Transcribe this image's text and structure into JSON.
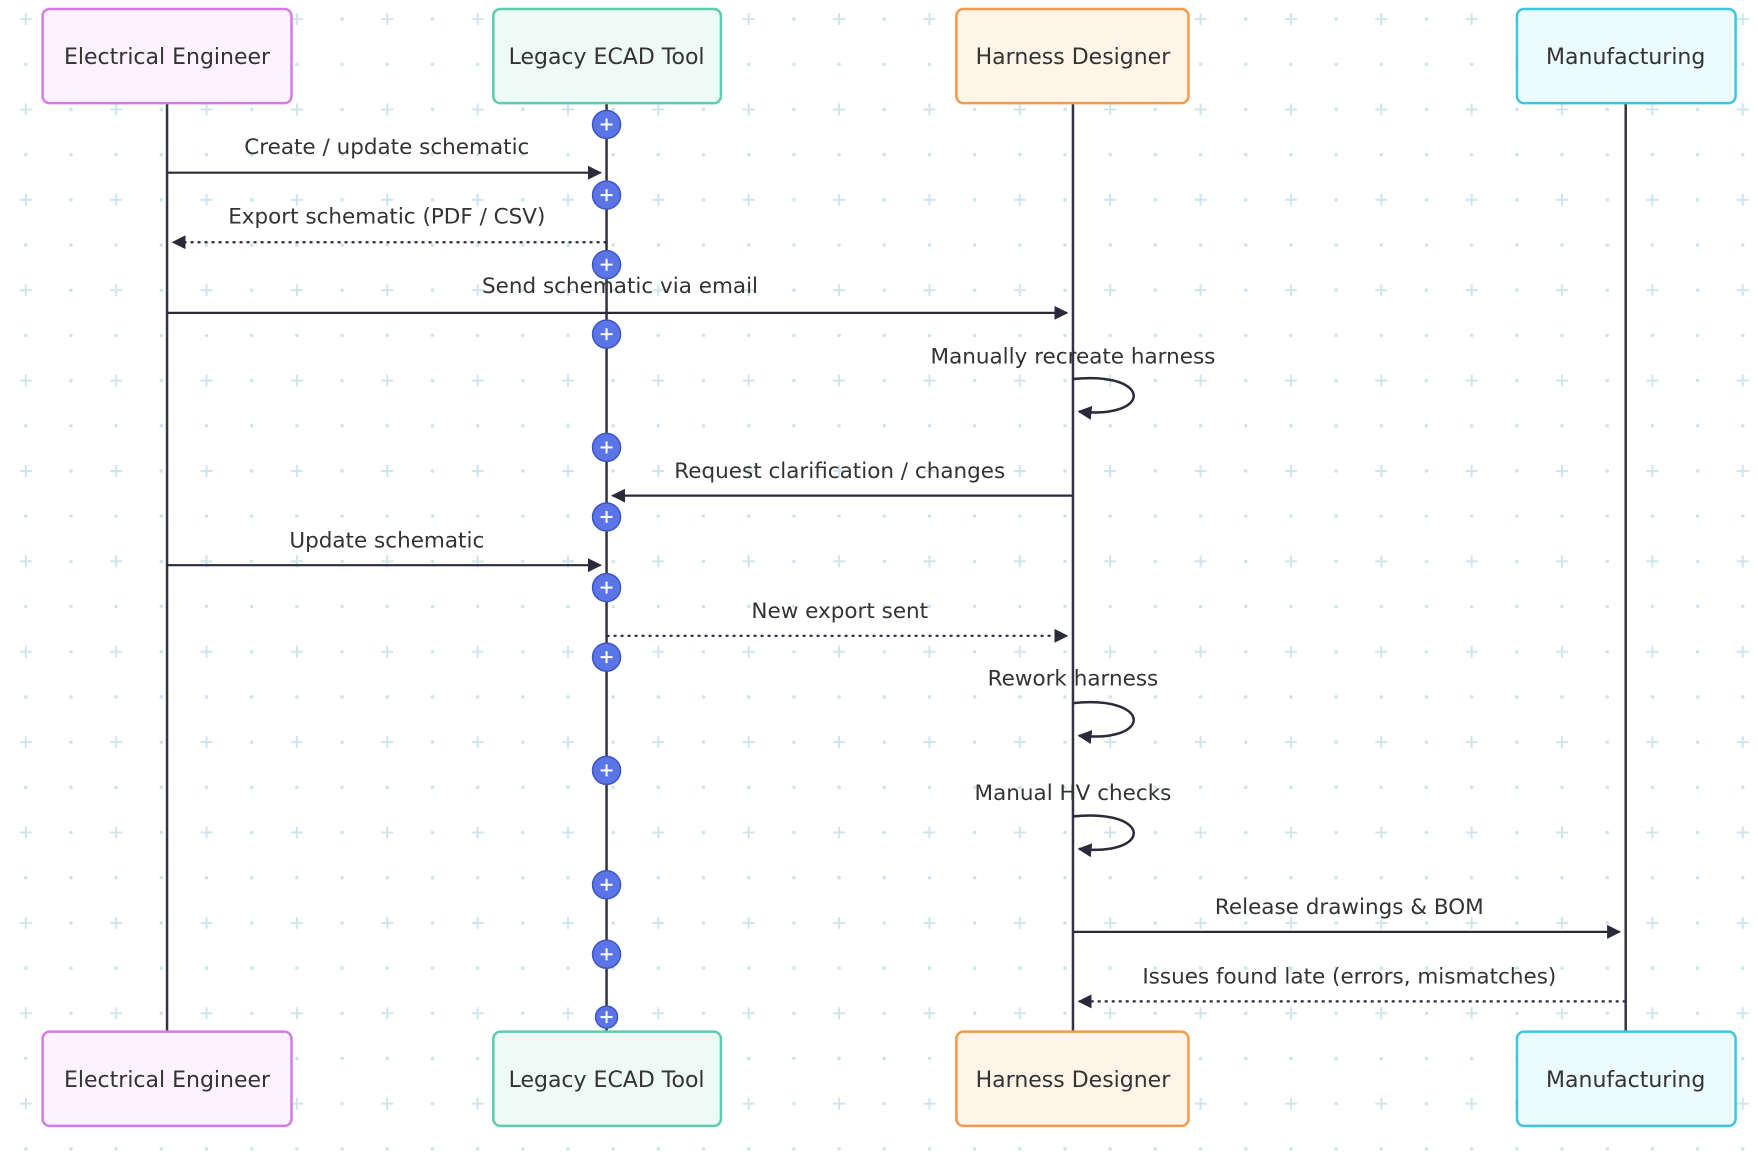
{
  "actors": [
    {
      "id": "ee",
      "name": "Electrical Engineer",
      "fill": "#fdf2ff",
      "stroke": "#d67ae6"
    },
    {
      "id": "ecad",
      "name": "Legacy ECAD Tool",
      "fill": "#eefaf6",
      "stroke": "#5ccbb0"
    },
    {
      "id": "hd",
      "name": "Harness Designer",
      "fill": "#fff4e8",
      "stroke": "#f29a4c"
    },
    {
      "id": "mfg",
      "name": "Manufacturing",
      "fill": "#ecfbfd",
      "stroke": "#3cc6dc"
    }
  ],
  "messages": [
    {
      "from": "ee",
      "to": "ecad",
      "text": "Create / update schematic",
      "style": "solid"
    },
    {
      "from": "ecad",
      "to": "ee",
      "text": "Export schematic (PDF / CSV)",
      "style": "dashed"
    },
    {
      "from": "ee",
      "to": "hd",
      "text": "Send schematic via email",
      "style": "solid"
    },
    {
      "from": "hd",
      "to": "hd",
      "text": "Manually recreate harness",
      "style": "self"
    },
    {
      "from": "hd",
      "to": "ecad",
      "text": "Request clarification / changes",
      "style": "solid"
    },
    {
      "from": "ee",
      "to": "ecad",
      "text": "Update schematic",
      "style": "solid"
    },
    {
      "from": "ecad",
      "to": "hd",
      "text": "New export sent",
      "style": "dashed"
    },
    {
      "from": "hd",
      "to": "hd",
      "text": "Rework harness",
      "style": "self"
    },
    {
      "from": "hd",
      "to": "hd",
      "text": "Manual HV checks",
      "style": "self"
    },
    {
      "from": "hd",
      "to": "mfg",
      "text": "Release drawings & BOM",
      "style": "solid"
    },
    {
      "from": "mfg",
      "to": "hd",
      "text": "Issues found late (errors, mismatches)",
      "style": "dashed"
    }
  ],
  "add_step_icon": "plus-circle-icon",
  "colors": {
    "accent": "#5b75e6",
    "grid": "#cfe5ec",
    "line": "#2a2a3a"
  }
}
